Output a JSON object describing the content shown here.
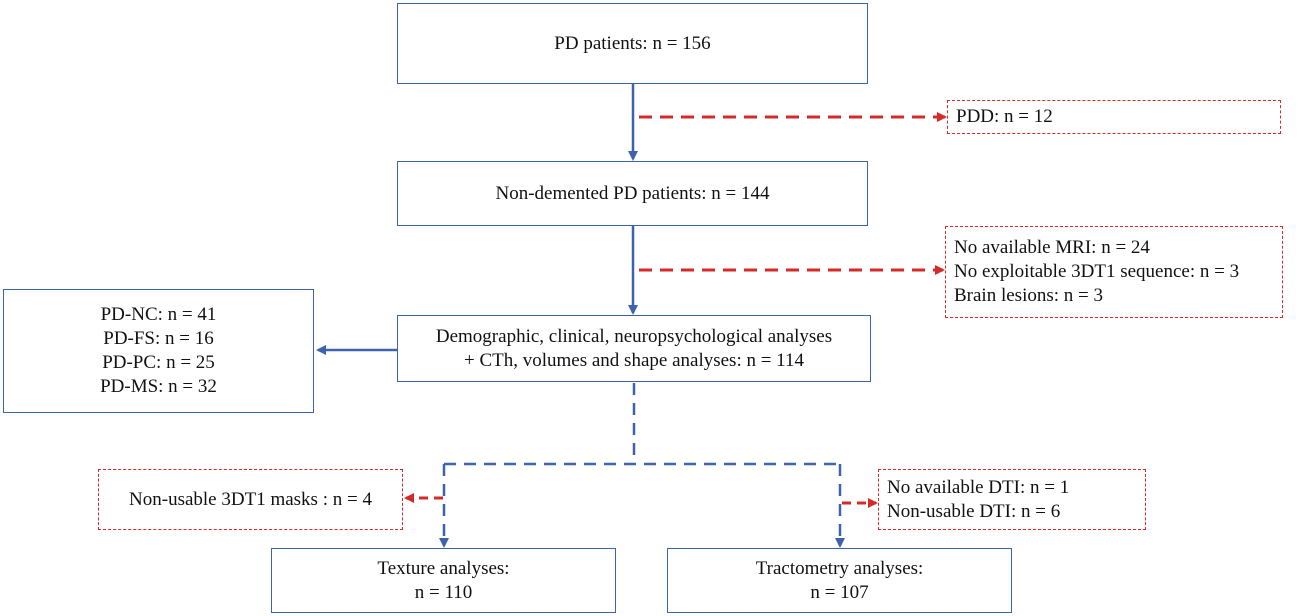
{
  "colors": {
    "main_flow": "#3f62ad",
    "exclusion_flow": "#d42a2a"
  },
  "boxes": {
    "pd_patients": {
      "text": "PD patients: n = 156"
    },
    "pdd_exclusion": {
      "text": "PDD: n = 12"
    },
    "non_demented": {
      "text": "Non-demented PD patients: n = 144"
    },
    "mri_exclusion": {
      "lines": [
        "No available MRI: n = 24",
        "No exploitable 3DT1 sequence: n = 3",
        "Brain lesions: n = 3"
      ]
    },
    "subgroups": {
      "lines": [
        "PD-NC: n = 41",
        "PD-FS: n = 16",
        "PD-PC: n = 25",
        "PD-MS: n = 32"
      ]
    },
    "analyses": {
      "lines": [
        "Demographic, clinical, neuropsychological analyses",
        "+ CTh, volumes and shape analyses: n = 114"
      ]
    },
    "mask_exclusion": {
      "text": "Non-usable 3DT1 masks : n = 4"
    },
    "dti_exclusion": {
      "lines": [
        "No available DTI: n = 1",
        "Non-usable DTI: n = 6"
      ]
    },
    "texture": {
      "lines": [
        "Texture analyses:",
        "n = 110"
      ]
    },
    "tractometry": {
      "lines": [
        "Tractometry analyses:",
        "n = 107"
      ]
    }
  }
}
